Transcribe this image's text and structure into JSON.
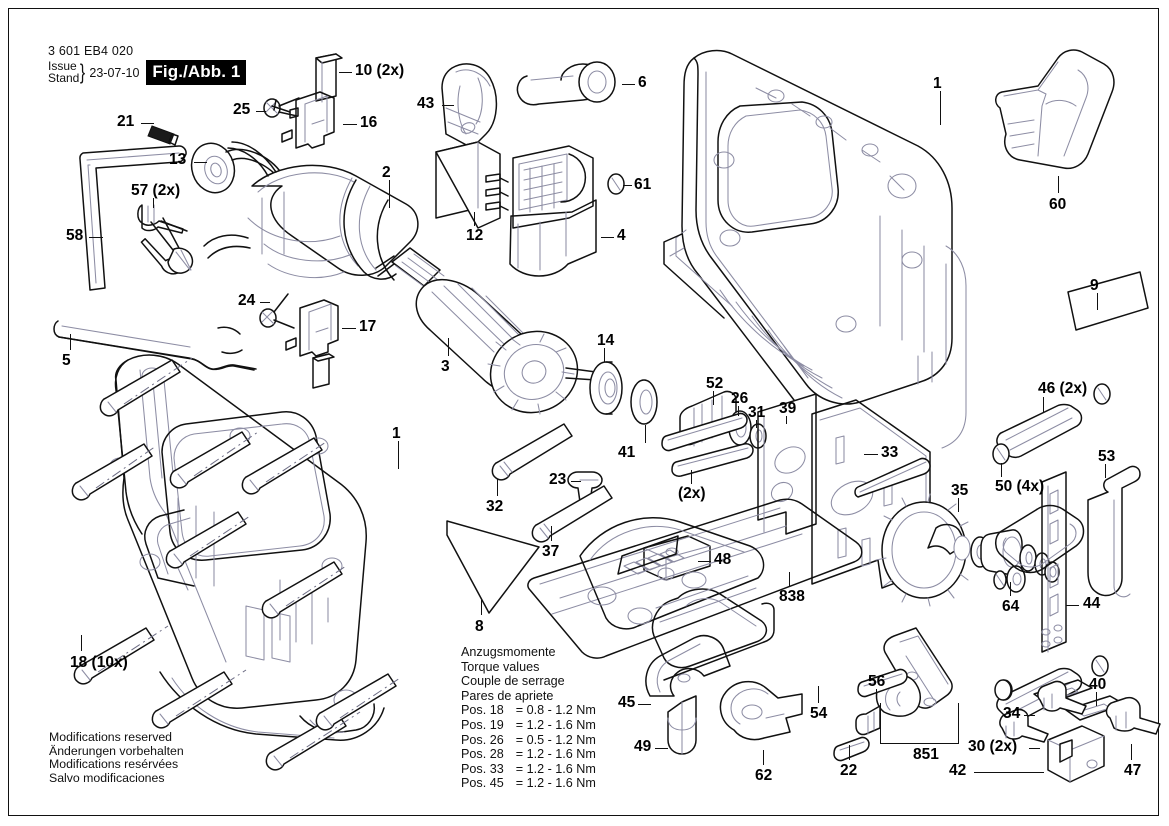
{
  "document": {
    "order_number": "3 601 EB4 020",
    "issue_label": "Issue",
    "stand_label": "Stand",
    "date": "23-07-10",
    "figure_badge": "Fig./Abb. 1"
  },
  "torque": {
    "headings": [
      "Anzugsmomente",
      "Torque values",
      "Couple de serrage",
      "Pares de apriete"
    ],
    "rows": [
      {
        "pos": "Pos. 18",
        "value": "= 0.8 - 1.2 Nm"
      },
      {
        "pos": "Pos. 19",
        "value": "= 1.2 - 1.6 Nm"
      },
      {
        "pos": "Pos. 26",
        "value": "= 0.5 - 1.2 Nm"
      },
      {
        "pos": "Pos. 28",
        "value": "= 1.2 - 1.6 Nm"
      },
      {
        "pos": "Pos. 33",
        "value": "= 1.2 - 1.6 Nm"
      },
      {
        "pos": "Pos. 45",
        "value": "= 1.2 - 1.6 Nm"
      }
    ]
  },
  "modifications": [
    "Modifications reserved",
    "Änderungen vorbehalten",
    "Modifications resérvées",
    "Salvo modificaciones"
  ],
  "callouts": [
    {
      "id": "c21",
      "label": "21"
    },
    {
      "id": "c13",
      "label": "13"
    },
    {
      "id": "c57",
      "label": "57 (2x)"
    },
    {
      "id": "c58",
      "label": "58"
    },
    {
      "id": "c5",
      "label": "5"
    },
    {
      "id": "c25",
      "label": "25"
    },
    {
      "id": "c24",
      "label": "24"
    },
    {
      "id": "c10",
      "label": "10 (2x)"
    },
    {
      "id": "c16",
      "label": "16"
    },
    {
      "id": "c17",
      "label": "17"
    },
    {
      "id": "c2",
      "label": "2"
    },
    {
      "id": "c3",
      "label": "3"
    },
    {
      "id": "c43",
      "label": "43"
    },
    {
      "id": "c6",
      "label": "6"
    },
    {
      "id": "c12",
      "label": "12"
    },
    {
      "id": "c4",
      "label": "4"
    },
    {
      "id": "c61",
      "label": "61"
    },
    {
      "id": "c1a",
      "label": "1"
    },
    {
      "id": "c60",
      "label": "60"
    },
    {
      "id": "c9",
      "label": "9"
    },
    {
      "id": "c14",
      "label": "14"
    },
    {
      "id": "c41",
      "label": "41"
    },
    {
      "id": "c32",
      "label": "32"
    },
    {
      "id": "c23",
      "label": "23"
    },
    {
      "id": "c37",
      "label": "37"
    },
    {
      "id": "c1b",
      "label": "1"
    },
    {
      "id": "c18",
      "label": "18 (10x)"
    },
    {
      "id": "c8",
      "label": "8"
    },
    {
      "id": "c52",
      "label": "52"
    },
    {
      "id": "c26",
      "label": "26"
    },
    {
      "id": "c31",
      "label": "31"
    },
    {
      "id": "c39",
      "label": "39"
    },
    {
      "id": "c33",
      "label": "33"
    },
    {
      "id": "c2x",
      "label": "(2x)"
    },
    {
      "id": "c48",
      "label": "48"
    },
    {
      "id": "c838",
      "label": "838"
    },
    {
      "id": "c35",
      "label": "35"
    },
    {
      "id": "c46",
      "label": "46 (2x)"
    },
    {
      "id": "c50",
      "label": "50 (4x)"
    },
    {
      "id": "c53",
      "label": "53"
    },
    {
      "id": "c64",
      "label": "64"
    },
    {
      "id": "c44",
      "label": "44"
    },
    {
      "id": "c45",
      "label": "45"
    },
    {
      "id": "c49",
      "label": "49"
    },
    {
      "id": "c54",
      "label": "54"
    },
    {
      "id": "c62",
      "label": "62"
    },
    {
      "id": "c56",
      "label": "56"
    },
    {
      "id": "c851",
      "label": "851"
    },
    {
      "id": "c22",
      "label": "22"
    },
    {
      "id": "c34",
      "label": "34"
    },
    {
      "id": "c40",
      "label": "40"
    },
    {
      "id": "c30",
      "label": "30 (2x)"
    },
    {
      "id": "c42",
      "label": "42"
    },
    {
      "id": "c47",
      "label": "47"
    }
  ],
  "colors": {
    "outline": "#111111",
    "detail": "#8d8da4",
    "fill": "#ffffff",
    "badge_bg": "#000000",
    "badge_fg": "#ffffff"
  }
}
